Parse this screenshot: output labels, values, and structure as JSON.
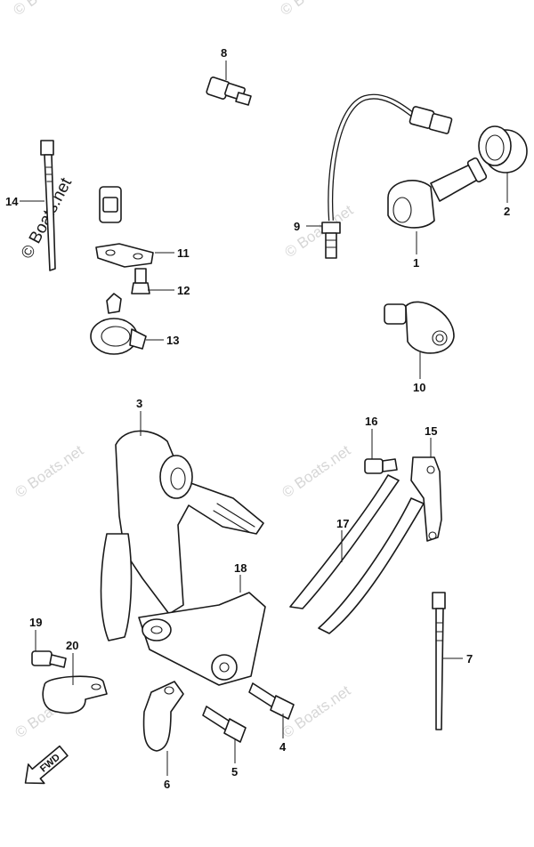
{
  "watermark": {
    "main": "© Boats.net",
    "faint": "© Boats.net"
  },
  "fwd_label": "FWD",
  "callouts": {
    "c1": "1",
    "c2": "2",
    "c3": "3",
    "c4": "4",
    "c5": "5",
    "c6": "6",
    "c7": "7",
    "c8": "8",
    "c9": "9",
    "c10": "10",
    "c11": "11",
    "c12": "12",
    "c13": "13",
    "c14": "14",
    "c15": "15",
    "c16": "16",
    "c17": "17",
    "c18": "18",
    "c19": "19",
    "c20": "20"
  }
}
